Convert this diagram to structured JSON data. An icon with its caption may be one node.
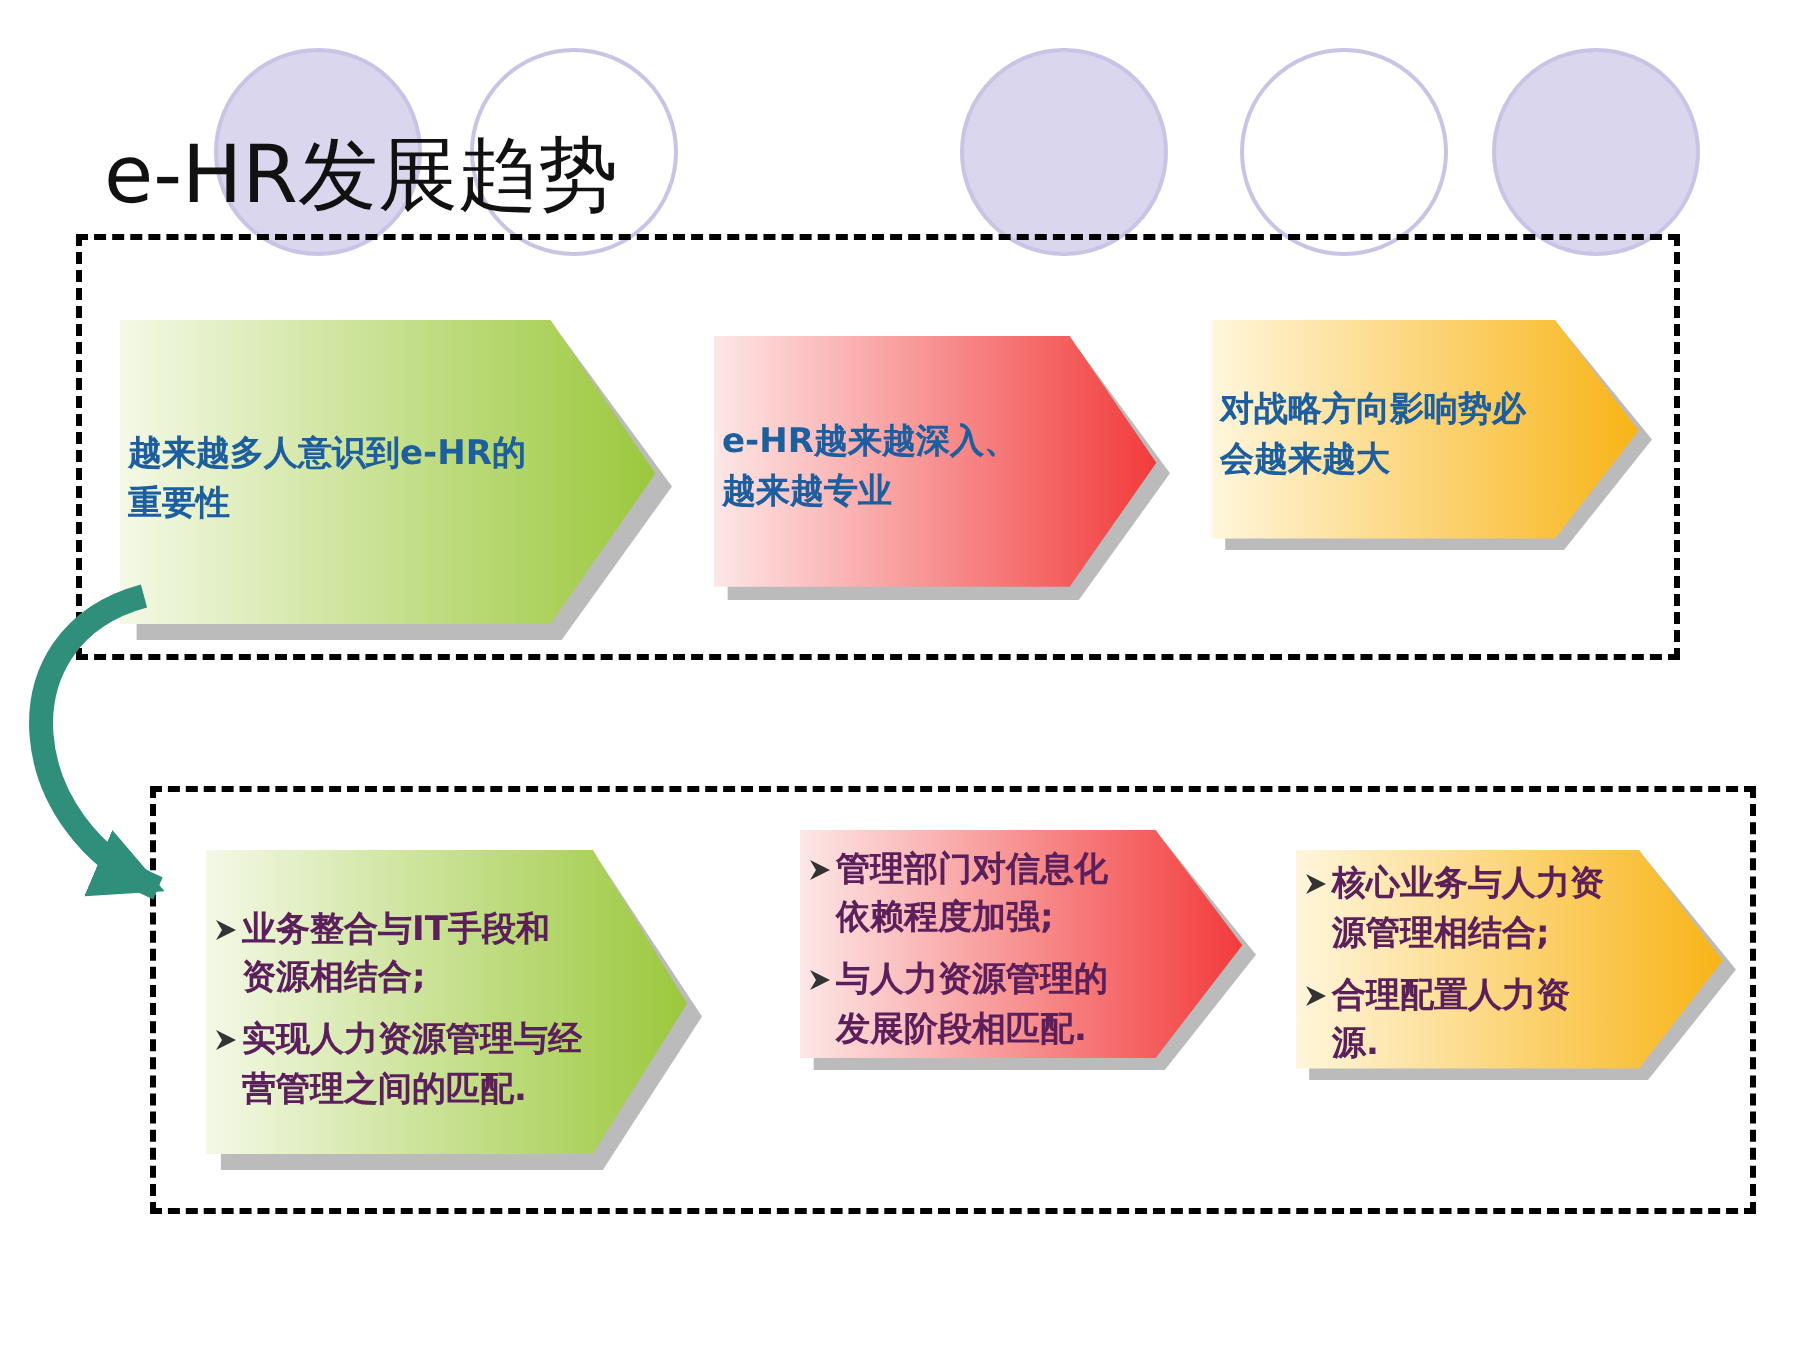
{
  "diagram": {
    "title": "e-HR发展趋势",
    "nodes": [
      {
        "text": [],
        "shape": "box"
      },
      {
        "text": [
          "越来越多人意识到e-HR的重要性"
        ],
        "in": 0
      },
      {
        "text": [
          "e-HR越来越深入、越来越专业"
        ],
        "in": 0
      },
      {
        "text": [
          "对战略方向影响势必会越来越大"
        ],
        "in": 0
      },
      {
        "text": [],
        "shape": "box"
      },
      {
        "text": [
          "业务整合与IT手段和资源相结合;",
          "实现人力资源管理与经营管理之间的匹配."
        ],
        "in": 4
      },
      {
        "text": [
          "管理部门对信息化依赖程度加强;",
          "与人力资源管理的发展阶段相匹配."
        ],
        "in": 4
      },
      {
        "text": [
          "核心业务与人力资源管理相结合;",
          "合理配置人力资源."
        ],
        "in": 4
      }
    ],
    "edges": [
      {
        "from": 1,
        "to": 5,
        "arrow": "to"
      }
    ]
  }
}
